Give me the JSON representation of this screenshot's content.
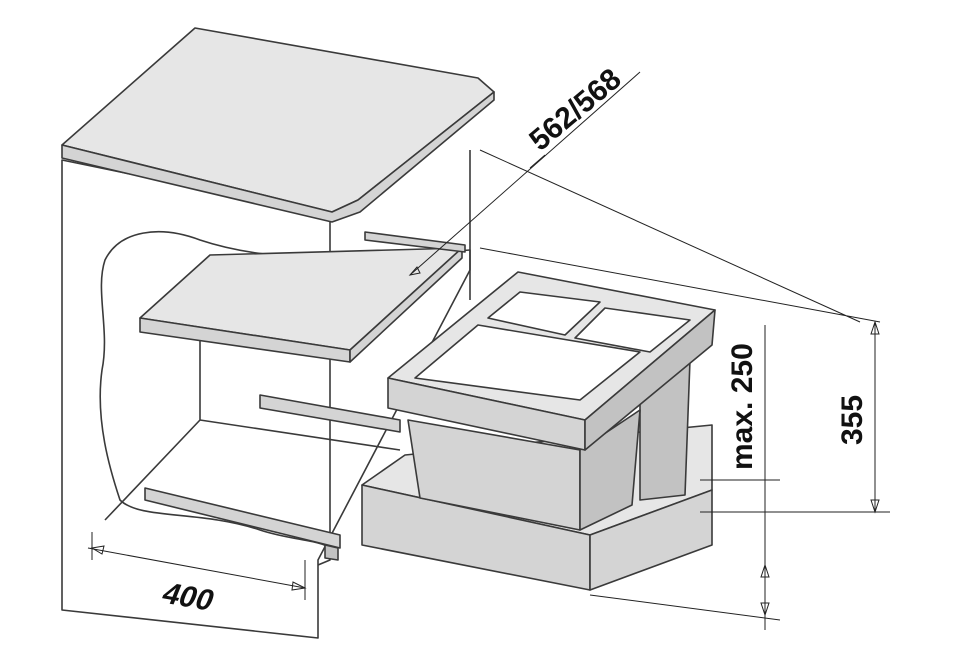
{
  "dimensions": {
    "depth": "562/568",
    "width": "400",
    "max_height": "max. 250",
    "height": "355"
  },
  "colors": {
    "line": "#3a3a3a",
    "fill_light": "#e6e6e6",
    "fill_mid": "#d4d4d4",
    "fill_dark": "#c2c2c2"
  }
}
